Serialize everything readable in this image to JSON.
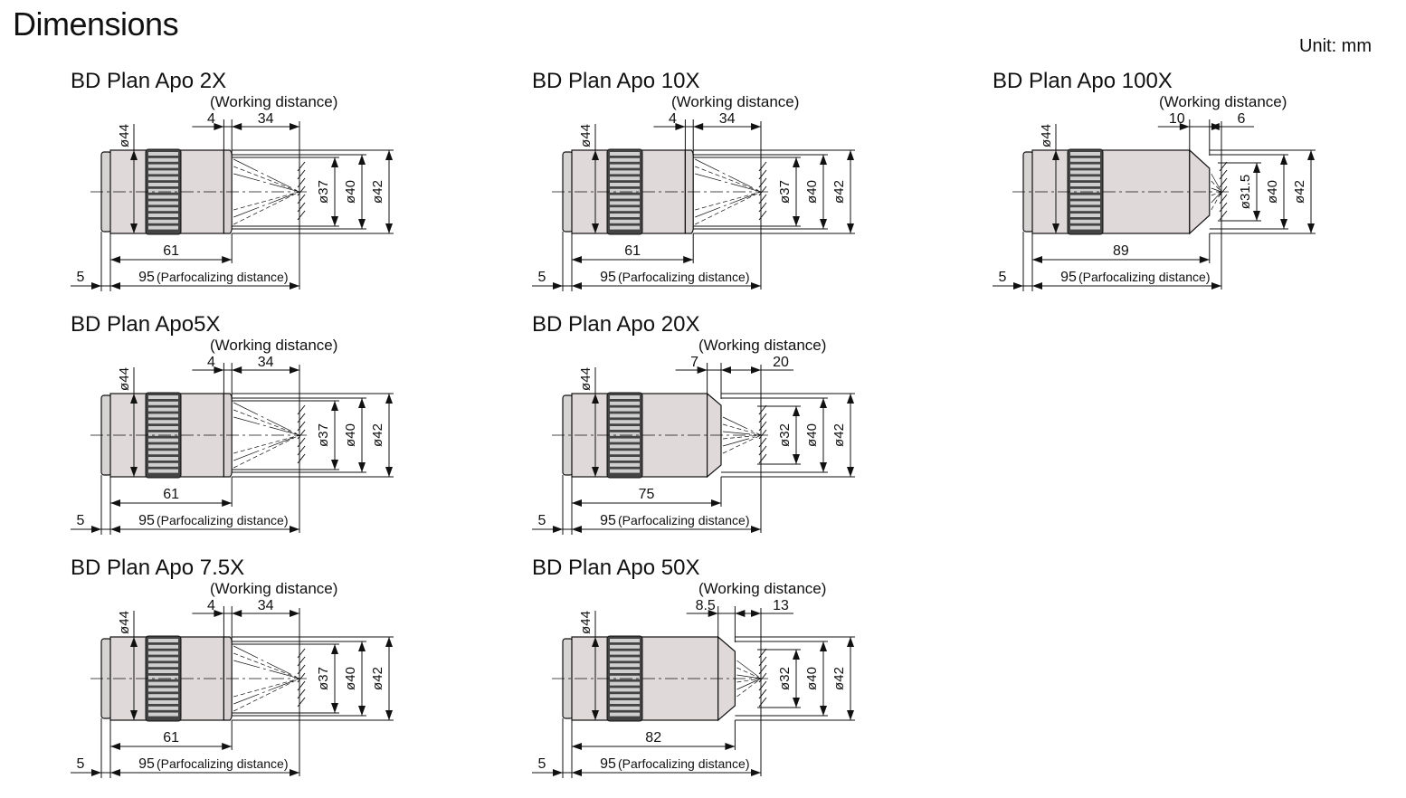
{
  "heading": "Dimensions",
  "unit": "Unit: mm",
  "common": {
    "working_distance": "(Working distance)",
    "parfocal": "95",
    "parfocal_label": "(Parfocalizing distance)",
    "flange": "5",
    "outer_dia": "ø44",
    "dia40": "ø40",
    "dia42": "ø42"
  },
  "objectives": [
    {
      "title": "BD Plan Apo 2X",
      "nose": "4",
      "wd": "34",
      "length": "61",
      "small_dia": "ø37",
      "nose_mm": 4,
      "wd_mm": 34,
      "length_mm": 61,
      "cone": false,
      "col": 0,
      "row": 0
    },
    {
      "title": "BD Plan Apo 10X",
      "nose": "4",
      "wd": "34",
      "length": "61",
      "small_dia": "ø37",
      "nose_mm": 4,
      "wd_mm": 34,
      "length_mm": 61,
      "cone": false,
      "col": 1,
      "row": 0
    },
    {
      "title": "BD Plan Apo 100X",
      "nose": "10",
      "wd": "6",
      "length": "89",
      "small_dia": "ø31.5",
      "nose_mm": 10,
      "wd_mm": 6,
      "length_mm": 89,
      "cone": true,
      "col": 2,
      "row": 0
    },
    {
      "title": "BD Plan Apo5X",
      "nose": "4",
      "wd": "34",
      "length": "61",
      "small_dia": "ø37",
      "nose_mm": 4,
      "wd_mm": 34,
      "length_mm": 61,
      "cone": false,
      "col": 0,
      "row": 1
    },
    {
      "title": "BD Plan Apo 20X",
      "nose": "7",
      "wd": "20",
      "length": "75",
      "small_dia": "ø32",
      "nose_mm": 7,
      "wd_mm": 20,
      "length_mm": 75,
      "cone": true,
      "col": 1,
      "row": 1
    },
    {
      "title": "BD Plan Apo 7.5X",
      "nose": "4",
      "wd": "34",
      "length": "61",
      "small_dia": "ø37",
      "nose_mm": 4,
      "wd_mm": 34,
      "length_mm": 61,
      "cone": false,
      "col": 0,
      "row": 2
    },
    {
      "title": "BD Plan Apo 50X",
      "nose": "8.5",
      "wd": "13",
      "length": "82",
      "small_dia": "ø32",
      "nose_mm": 8.5,
      "wd_mm": 13,
      "length_mm": 82,
      "cone": true,
      "col": 1,
      "row": 2
    }
  ]
}
